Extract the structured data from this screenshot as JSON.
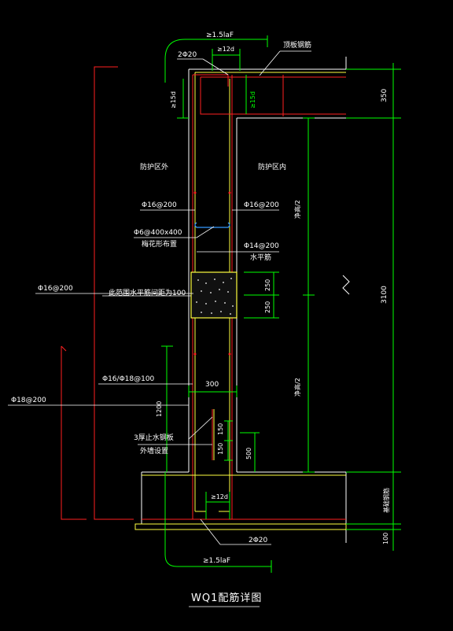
{
  "drawing": {
    "title": "WQ1配筋详图",
    "labels": {
      "anchor_top": "≥1.5laF",
      "two_phi20_top": "2Φ20",
      "twelve_d_top": "≥12d",
      "roof_slab": "顶板钢筋",
      "fifteen_d_left": "≥15d",
      "fifteen_d_right": "≥15d",
      "outer_zone": "防护区外",
      "inner_zone": "防护区内",
      "phi16_200_left": "Φ16@200",
      "phi16_200_right": "Φ16@200",
      "phi6_tie": "Φ6@400x400",
      "tie_note": "梅花形布置",
      "phi14_200": "Φ14@200",
      "horizontal_bar": "水平筋",
      "phi16_200_far": "Φ16@200",
      "construction_joint": "此范围水平筋间距为100",
      "phi16_phi18": "Φ16/Φ18@100",
      "phi18_200": "Φ18@200",
      "waterstop": "3厚止水钢板",
      "waterstop_note": "外墙设置",
      "anchor_bottom": "≥1.5laF",
      "two_phi20_bottom": "2Φ20",
      "twelve_d_bottom": "≥12d",
      "foundation_rebar": "基础钢筋",
      "clear_height_half_top": "净高/2",
      "clear_height_half_bottom": "净高/2"
    },
    "dimensions": {
      "d350": "350",
      "d3100": "3100",
      "d100": "100",
      "d250a": "250",
      "d250b": "250",
      "d300": "300",
      "d1200": "1200",
      "d150a": "150",
      "d150b": "150",
      "d500": "500"
    },
    "colors": {
      "background": "#000000",
      "outline": "#ffffff",
      "rebar_red": "#ff2020",
      "rebar_yellow": "#ffff40",
      "dim_green": "#00ff00",
      "leader_white": "#ffffff",
      "tie_blue": "#3399ff"
    }
  }
}
